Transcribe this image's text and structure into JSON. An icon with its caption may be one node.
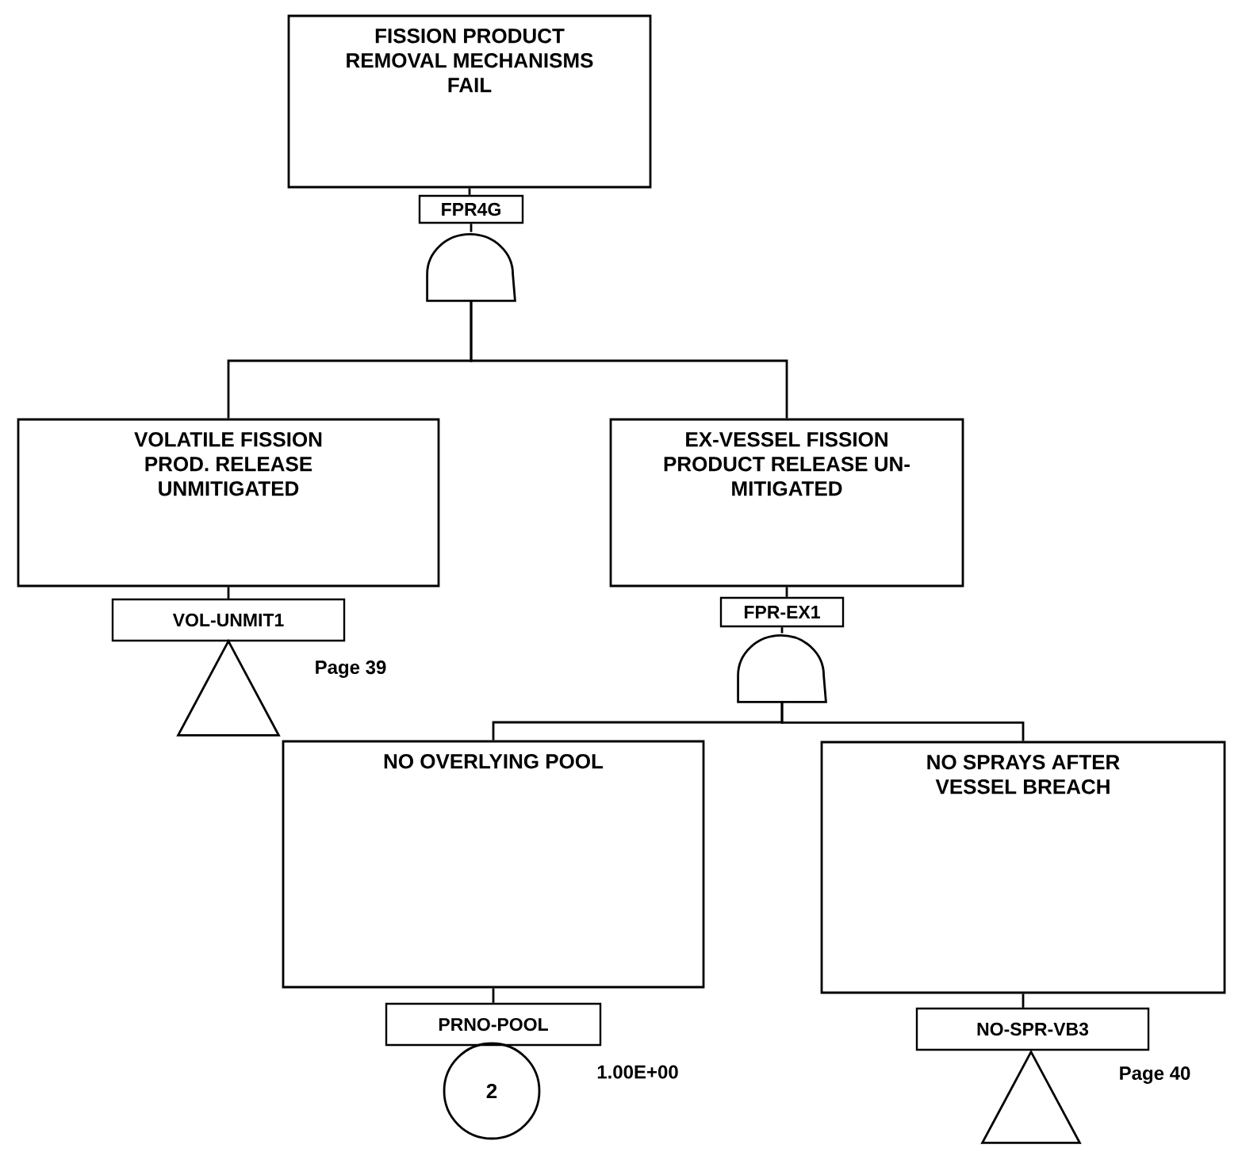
{
  "diagram": {
    "nodes": [
      {
        "text": [
          "FISSION PRODUCT REMOVAL MECHANISMS FAIL"
        ]
      },
      {
        "text": [
          "FPR4G"
        ]
      },
      {
        "text": [],
        "shape": "gate"
      },
      {
        "text": [
          "VOLATILE FISSION PROD. RELEASE UNMITIGATED"
        ]
      },
      {
        "text": [
          "VOL-UNMIT1"
        ]
      },
      {
        "text": [],
        "shape": "triangle"
      },
      {
        "text": [
          "EX-VESSEL FISSION PRODUCT RELEASE UN- MITIGATED"
        ]
      },
      {
        "text": [
          "FPR-EX1"
        ]
      },
      {
        "text": [],
        "shape": "gate"
      },
      {
        "text": [
          "NO OVERLYING POOL"
        ]
      },
      {
        "text": [
          "PRNO-POOL"
        ]
      },
      {
        "text": [
          "2"
        ]
      },
      {
        "text": [
          "NO SPRAYS AFTER VESSEL BREACH"
        ]
      },
      {
        "text": [
          "NO-SPR-VB3"
        ]
      },
      {
        "text": [],
        "shape": "triangle"
      }
    ],
    "edges": [
      {
        "from": 0,
        "to": 1,
        "arrow": "none"
      },
      {
        "from": 1,
        "to": 2,
        "arrow": "none"
      },
      {
        "from": 2,
        "to": 3,
        "arrow": "none"
      },
      {
        "from": 2,
        "to": 6,
        "arrow": "none"
      },
      {
        "from": 3,
        "to": 4,
        "arrow": "none"
      },
      {
        "from": 6,
        "to": 7,
        "arrow": "none"
      },
      {
        "from": 7,
        "to": 8,
        "arrow": "none"
      },
      {
        "from": 8,
        "to": 9,
        "arrow": "none"
      },
      {
        "from": 8,
        "to": 12,
        "arrow": "none"
      },
      {
        "from": 9,
        "to": 10,
        "arrow": "none"
      },
      {
        "from": 12,
        "to": 13,
        "arrow": "none"
      }
    ],
    "labels": [
      "Page 39",
      "1.00E+00",
      "Page 40"
    ]
  }
}
